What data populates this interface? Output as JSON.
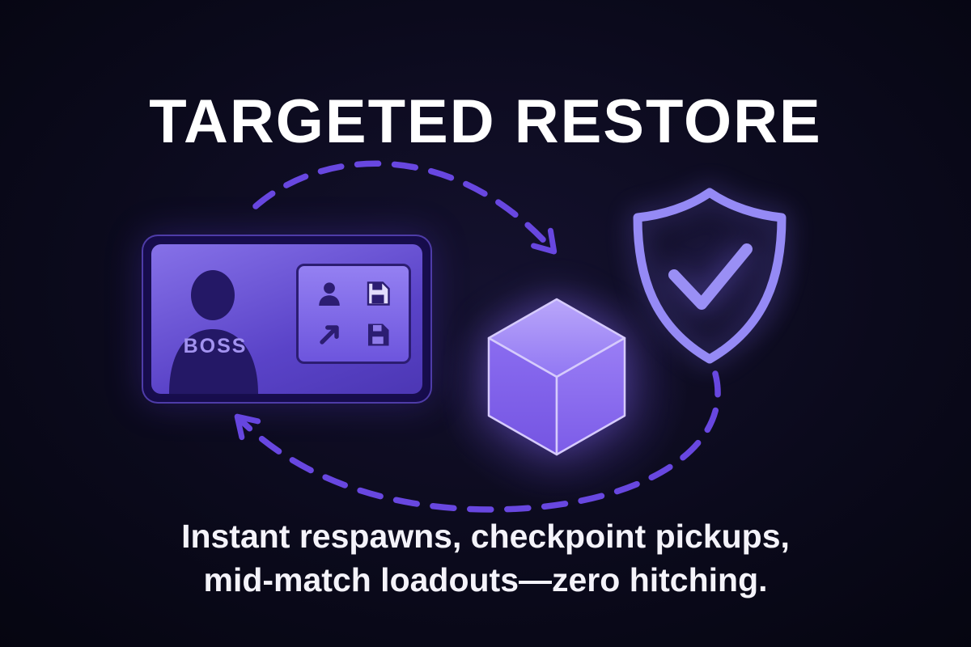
{
  "title": "TARGETED RESTORE",
  "diagram": {
    "card": {
      "boss_label": "BOSS",
      "panel_icons": [
        "player-icon",
        "save-disk-icon",
        "respawn-arrow-icon",
        "save-disk-icon"
      ]
    },
    "nodes": [
      "boss-card",
      "restore-cube",
      "shield-check"
    ],
    "flow": [
      "card-to-cube-dashed-arrow",
      "shield-to-card-dashed-arrow"
    ]
  },
  "caption": {
    "line1": "Instant respawns, checkpoint pickups,",
    "line2": "mid-match loadouts—zero hitching."
  },
  "colors": {
    "background": "#0a0918",
    "title_text": "#ffffff",
    "caption_text": "#f4f3fa",
    "arrow_purple": "#6847e0",
    "shield_purple": "#958af5",
    "cube_purple": "#8d72f2",
    "card_purple": "#5a43c8",
    "card_panel_border": "#2c1d72",
    "boss_label_purple": "#a393f0"
  }
}
